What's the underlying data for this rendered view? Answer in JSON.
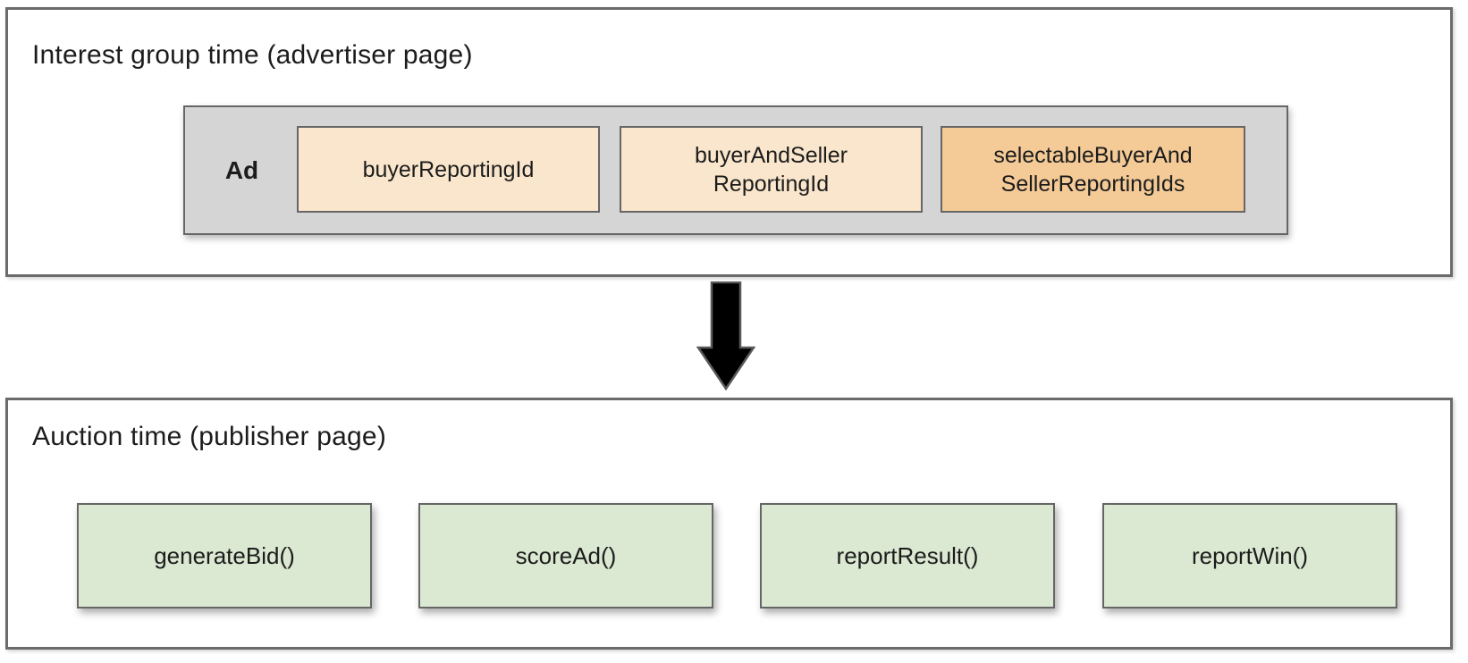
{
  "colors": {
    "panel-bg": "#ffffff",
    "panel-border": "#6b6b6b",
    "box-border": "#666666",
    "ad-bg": "#d5d5d5",
    "peach": "#f9e6cc",
    "orange": "#f4ca97",
    "green": "#dbe8d2",
    "text": "#1c1c1c",
    "arrow-fill": "#000000",
    "arrow-stroke": "#595959"
  },
  "interest_group": {
    "title": "Interest group time (advertiser page)",
    "ad": {
      "label": "Ad",
      "id_boxes": [
        {
          "variant": "peach",
          "lines": [
            "buyerReportingId",
            ""
          ]
        },
        {
          "variant": "peach",
          "lines": [
            "buyerAndSeller",
            "ReportingId"
          ]
        },
        {
          "variant": "orange",
          "lines": [
            "selectableBuyerAnd",
            "SellerReportingIds"
          ]
        }
      ]
    }
  },
  "auction": {
    "title": "Auction time (publisher page)",
    "function_boxes": [
      {
        "label": "generateBid()"
      },
      {
        "label": "scoreAd()"
      },
      {
        "label": "reportResult()"
      },
      {
        "label": "reportWin()"
      }
    ]
  }
}
